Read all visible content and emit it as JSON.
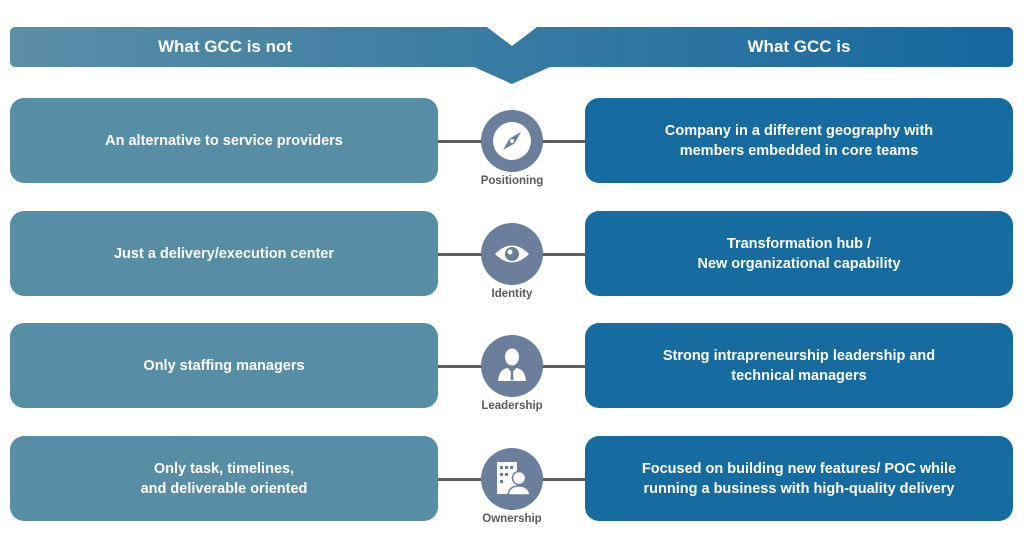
{
  "header": {
    "left_title": "What GCC is not",
    "right_title": "What GCC is",
    "gradient_start": "#5b8fa6",
    "gradient_end": "#15679f"
  },
  "colors": {
    "left_box": "#588ea5",
    "right_box": "#166ba0",
    "icon_circle": "#6b7f9c",
    "connector": "#5e5e5e",
    "category_text": "#5a5a5a"
  },
  "rows": [
    {
      "category": "Positioning",
      "icon": "compass-icon",
      "not": "An alternative to service providers",
      "is": "Company in a different geography with\nmembers embedded in core teams"
    },
    {
      "category": "Identity",
      "icon": "eye-icon",
      "not": "Just a delivery/execution center",
      "is": "Transformation hub /\nNew organizational capability"
    },
    {
      "category": "Leadership",
      "icon": "businessman-icon",
      "not": "Only staffing managers",
      "is": "Strong intrapreneurship leadership and\ntechnical managers"
    },
    {
      "category": "Ownership",
      "icon": "building-person-icon",
      "not": "Only task, timelines,\nand deliverable oriented",
      "is": "Focused on building new features/ POC while\nrunning a business with high-quality delivery"
    }
  ]
}
